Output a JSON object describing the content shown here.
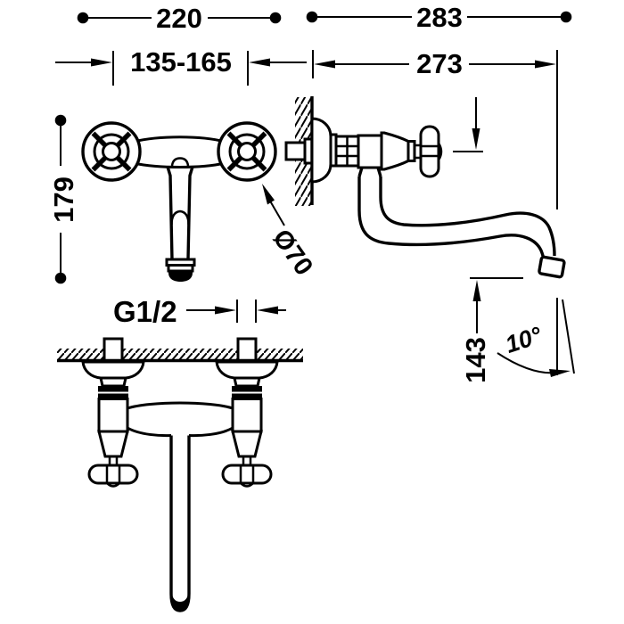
{
  "drawing": {
    "dimensions": {
      "overall_width": "220",
      "center_distance": "135-165",
      "overall_depth": "283",
      "spout_reach": "273",
      "body_height": "179",
      "spout_drop": "143",
      "thread": "G1/2",
      "handle_diameter": "Ø70",
      "spout_angle": "10°"
    },
    "colors": {
      "line": "#000000",
      "background": "#ffffff"
    }
  }
}
